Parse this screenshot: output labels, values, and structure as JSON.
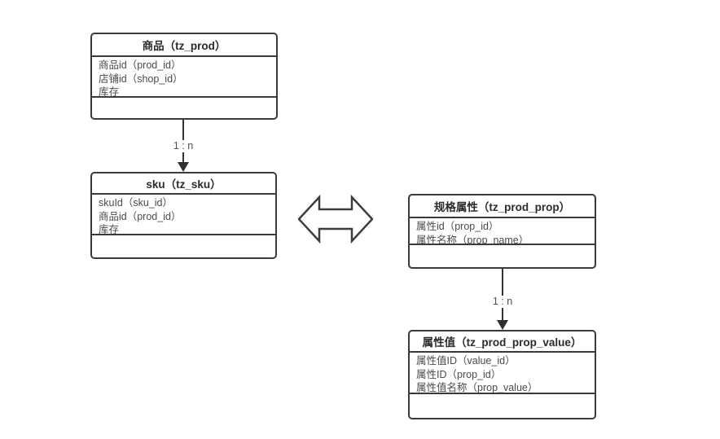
{
  "diagram": {
    "entities": [
      {
        "id": "prod",
        "title": "商品（tz_prod）",
        "fields": [
          "商品id（prod_id）",
          "店铺id（shop_id）",
          "库存"
        ]
      },
      {
        "id": "sku",
        "title": "sku（tz_sku）",
        "fields": [
          "skuId（sku_id）",
          "商品id（prod_id）",
          "库存"
        ]
      },
      {
        "id": "prod_prop",
        "title": "规格属性（tz_prod_prop）",
        "fields": [
          "属性id（prop_id）",
          "属性名称（prop_name）"
        ]
      },
      {
        "id": "prod_prop_value",
        "title": "属性值（tz_prod_prop_value）",
        "fields": [
          "属性值ID（value_id）",
          "属性ID（prop_id）",
          "属性值名称（prop_value）"
        ]
      }
    ],
    "connectors": [
      {
        "from": "prod",
        "to": "sku",
        "label": "1 : n"
      },
      {
        "from": "prod_prop",
        "to": "prod_prop_value",
        "label": "1 : n"
      }
    ],
    "icons": {
      "double_arrow": "left-right-double-arrow"
    },
    "colors": {
      "border": "#3a3a3a",
      "line": "#333333",
      "title_text": "#2b2b2b",
      "field_text": "#4a4a4a",
      "background": "#ffffff"
    }
  }
}
